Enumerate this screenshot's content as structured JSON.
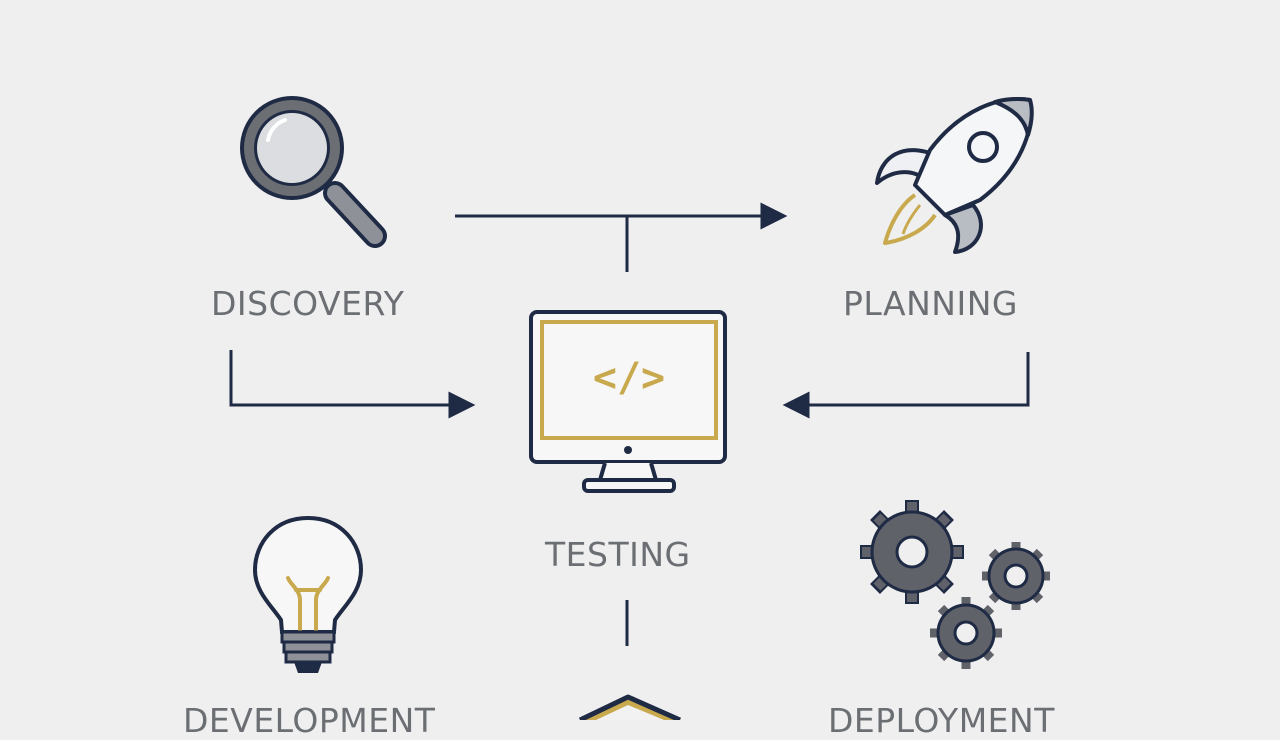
{
  "diagram": {
    "stages": {
      "discovery": {
        "label": "DISCOVERY",
        "icon": "magnifying-glass-icon"
      },
      "planning": {
        "label": "PLANNING",
        "icon": "rocket-icon"
      },
      "testing": {
        "label": "TESTING",
        "icon": "monitor-code-icon"
      },
      "development": {
        "label": "DEVELOPMENT",
        "icon": "lightbulb-icon"
      },
      "deployment": {
        "label": "DEPLOYMENT",
        "icon": "gears-icon"
      }
    },
    "code_glyph": "</>",
    "colors": {
      "background": "#efefef",
      "line": "#1f2a44",
      "accent": "#c9a94e",
      "icon_gray": "#6b6e73",
      "label": "#6b6e73"
    }
  }
}
